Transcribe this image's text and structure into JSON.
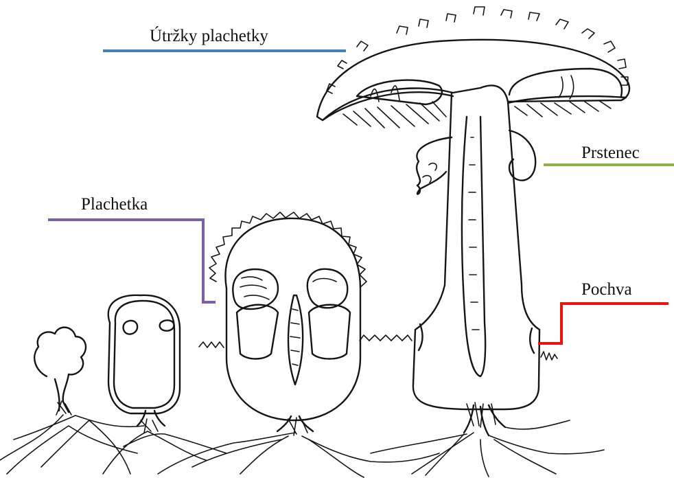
{
  "labels": [
    {
      "id": "utrzky",
      "text": "Útržky plachetky",
      "color": "#4a7ebb"
    },
    {
      "id": "prstenec",
      "text": "Prstenec",
      "color": "#8fb24b"
    },
    {
      "id": "plachetka",
      "text": "Plachetka",
      "color": "#7b5ea8"
    },
    {
      "id": "pochva",
      "text": "Pochva",
      "color": "#ee1111"
    }
  ]
}
